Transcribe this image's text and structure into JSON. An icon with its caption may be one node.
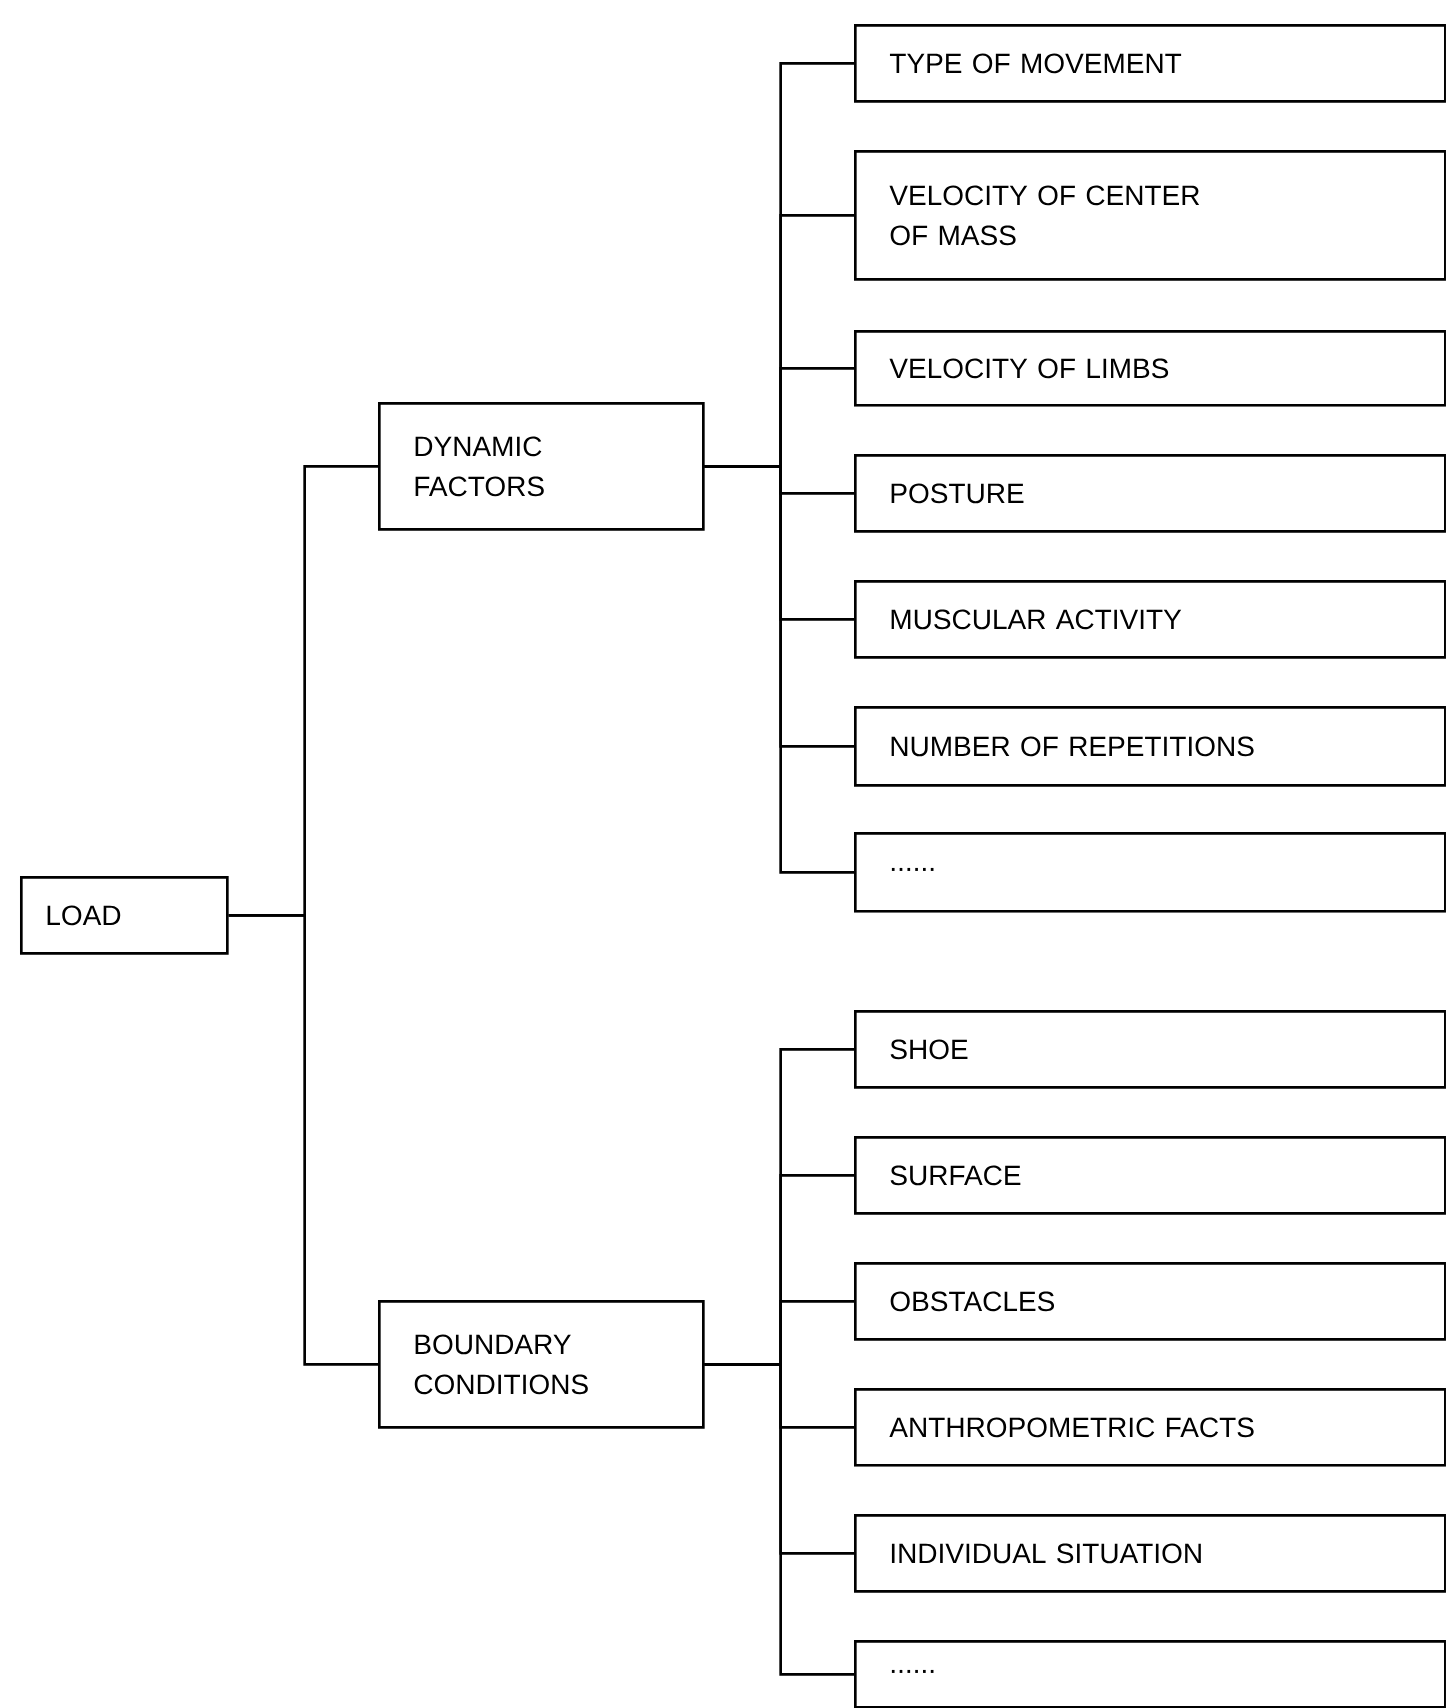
{
  "diagram": {
    "nodes": [
      {
        "text": [
          "LOAD"
        ]
      },
      {
        "text": [
          "DYNAMIC FACTORS"
        ]
      },
      {
        "text": [
          "TYPE OF MOVEMENT"
        ]
      },
      {
        "text": [
          "VELOCITY OF CENTER OF MASS"
        ]
      },
      {
        "text": [
          "VELOCITY OF LIMBS"
        ]
      },
      {
        "text": [
          "POSTURE"
        ]
      },
      {
        "text": [
          "MUSCULAR ACTIVITY"
        ]
      },
      {
        "text": [
          "NUMBER OF REPETITIONS"
        ]
      },
      {
        "text": [
          "......"
        ]
      },
      {
        "text": [
          "BOUNDARY CONDITIONS"
        ]
      },
      {
        "text": [
          "SHOE"
        ]
      },
      {
        "text": [
          "SURFACE"
        ]
      },
      {
        "text": [
          "OBSTACLES"
        ]
      },
      {
        "text": [
          "ANTHROPOMETRIC FACTS"
        ]
      },
      {
        "text": [
          "INDIVIDUAL SITUATION"
        ]
      },
      {
        "text": [
          "......"
        ]
      }
    ],
    "edges": [
      {
        "from": 0,
        "to": 1,
        "arrow": "none"
      },
      {
        "from": 0,
        "to": 9,
        "arrow": "none"
      },
      {
        "from": 1,
        "to": 2,
        "arrow": "none"
      },
      {
        "from": 1,
        "to": 3,
        "arrow": "none"
      },
      {
        "from": 1,
        "to": 4,
        "arrow": "none"
      },
      {
        "from": 1,
        "to": 5,
        "arrow": "none"
      },
      {
        "from": 1,
        "to": 6,
        "arrow": "none"
      },
      {
        "from": 1,
        "to": 7,
        "arrow": "none"
      },
      {
        "from": 1,
        "to": 8,
        "arrow": "none"
      },
      {
        "from": 9,
        "to": 10,
        "arrow": "none"
      },
      {
        "from": 9,
        "to": 11,
        "arrow": "none"
      },
      {
        "from": 9,
        "to": 12,
        "arrow": "none"
      },
      {
        "from": 9,
        "to": 13,
        "arrow": "none"
      },
      {
        "from": 9,
        "to": 14,
        "arrow": "none"
      },
      {
        "from": 9,
        "to": 15,
        "arrow": "none"
      }
    ]
  }
}
